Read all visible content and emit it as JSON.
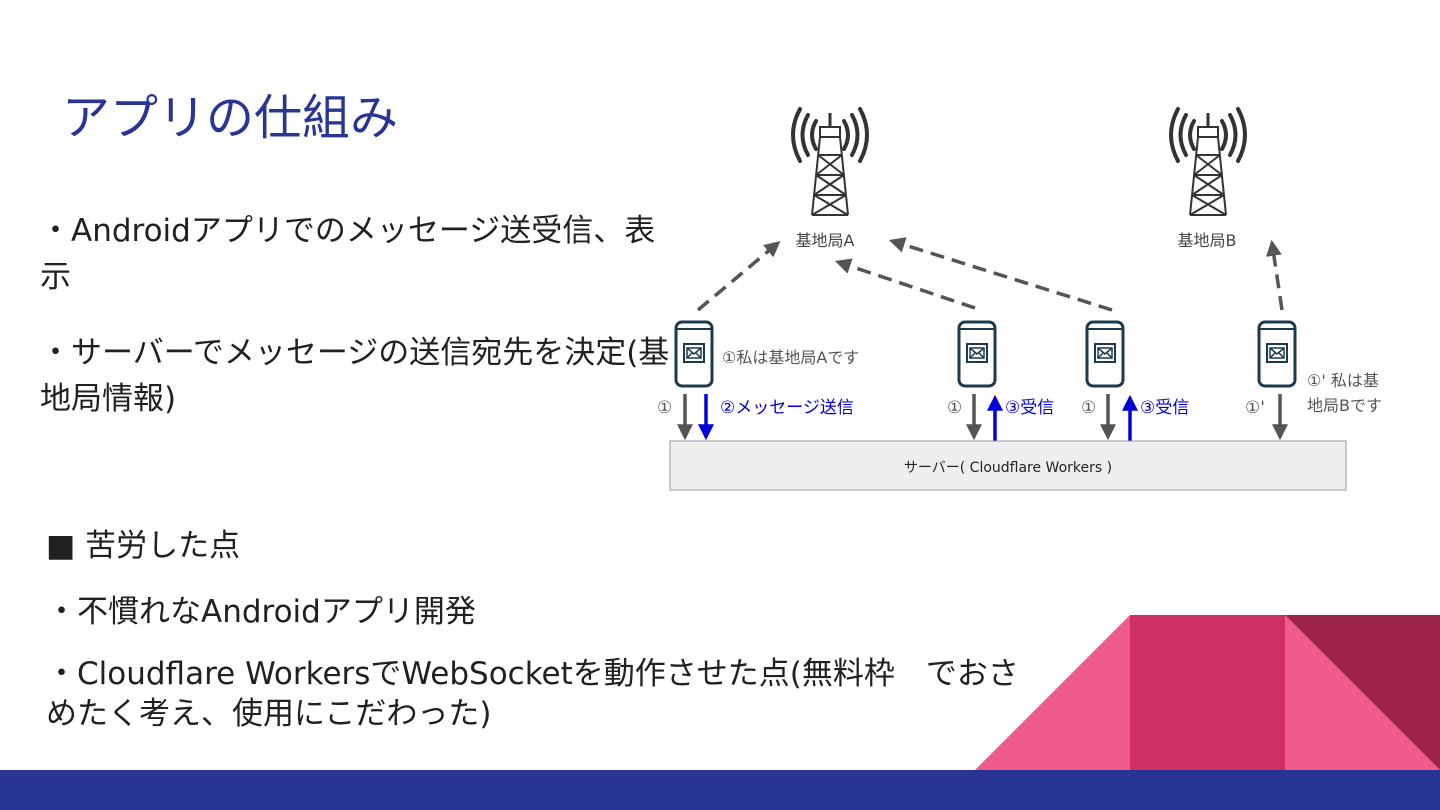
{
  "slide": {
    "title": "アプリの仕組み",
    "bullets": [
      "・Androidアプリでのメッセージ送受信、表示",
      "・サーバーでメッセージの送信宛先を決定(基地局情報)"
    ],
    "difficulty": {
      "heading": "■ 苦労した点",
      "items": [
        "・不慣れなAndroidアプリ開発",
        "・Cloudflare WorkersでWebSocketを動作させた点(無料枠　でおさめたく考え、使用にこだわった)"
      ]
    }
  },
  "diagram": {
    "tower_a_label": "基地局A",
    "tower_b_label": "基地局B",
    "server_label": "サーバー( Cloudflare Workers )",
    "phone1_note": "①私は基地局Aです",
    "phone4_note_line1": "①' 私は基",
    "phone4_note_line2": "地局Bです",
    "step1": "①",
    "step1_prime": "①'",
    "step2_send": "②メッセージ送信",
    "step3_receive": "③受信",
    "icons": [
      "radio-tower-icon",
      "smartphone-icon",
      "mail-icon",
      "arrow-icon"
    ]
  },
  "colors": {
    "title": "#283593",
    "footer": "#283593",
    "arrow_gray": "#555555",
    "arrow_blue": "#0000dd",
    "server_box": "#eeeeee",
    "deco_pink": "#ef5b8b",
    "deco_crimson": "#cf2f63",
    "deco_maroon": "#9c2248"
  }
}
